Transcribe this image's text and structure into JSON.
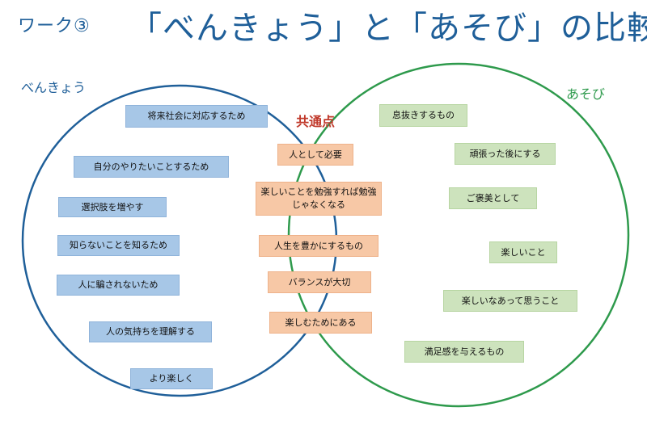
{
  "header": {
    "work_label": "ワーク③",
    "title": "「べんきょう」と「あそび」の比較"
  },
  "sets": {
    "left_label": "べんきょう",
    "right_label": "あそび",
    "common_label": "共通点"
  },
  "colors": {
    "left_circle": "#1f5f99",
    "right_circle": "#2e9a4c",
    "common_text": "#c0392b",
    "study_box": "#a7c7e7",
    "common_box": "#f7c8a6",
    "play_box": "#cde3bd"
  },
  "study_items": [
    "将来社会に対応するため",
    "自分のやりたいことするため",
    "選択肢を増やす",
    "知らないことを知るため",
    "人に騙されないため",
    "人の気持ちを理解する",
    "より楽しく"
  ],
  "common_items": [
    "人として必要",
    "楽しいことを勉強すれば勉強じゃなくなる",
    "人生を豊かにするもの",
    "バランスが大切",
    "楽しむためにある"
  ],
  "play_items": [
    "息抜きするもの",
    "頑張った後にする",
    "ご褒美として",
    "楽しいこと",
    "楽しいなあって思うこと",
    "満足感を与えるもの"
  ]
}
